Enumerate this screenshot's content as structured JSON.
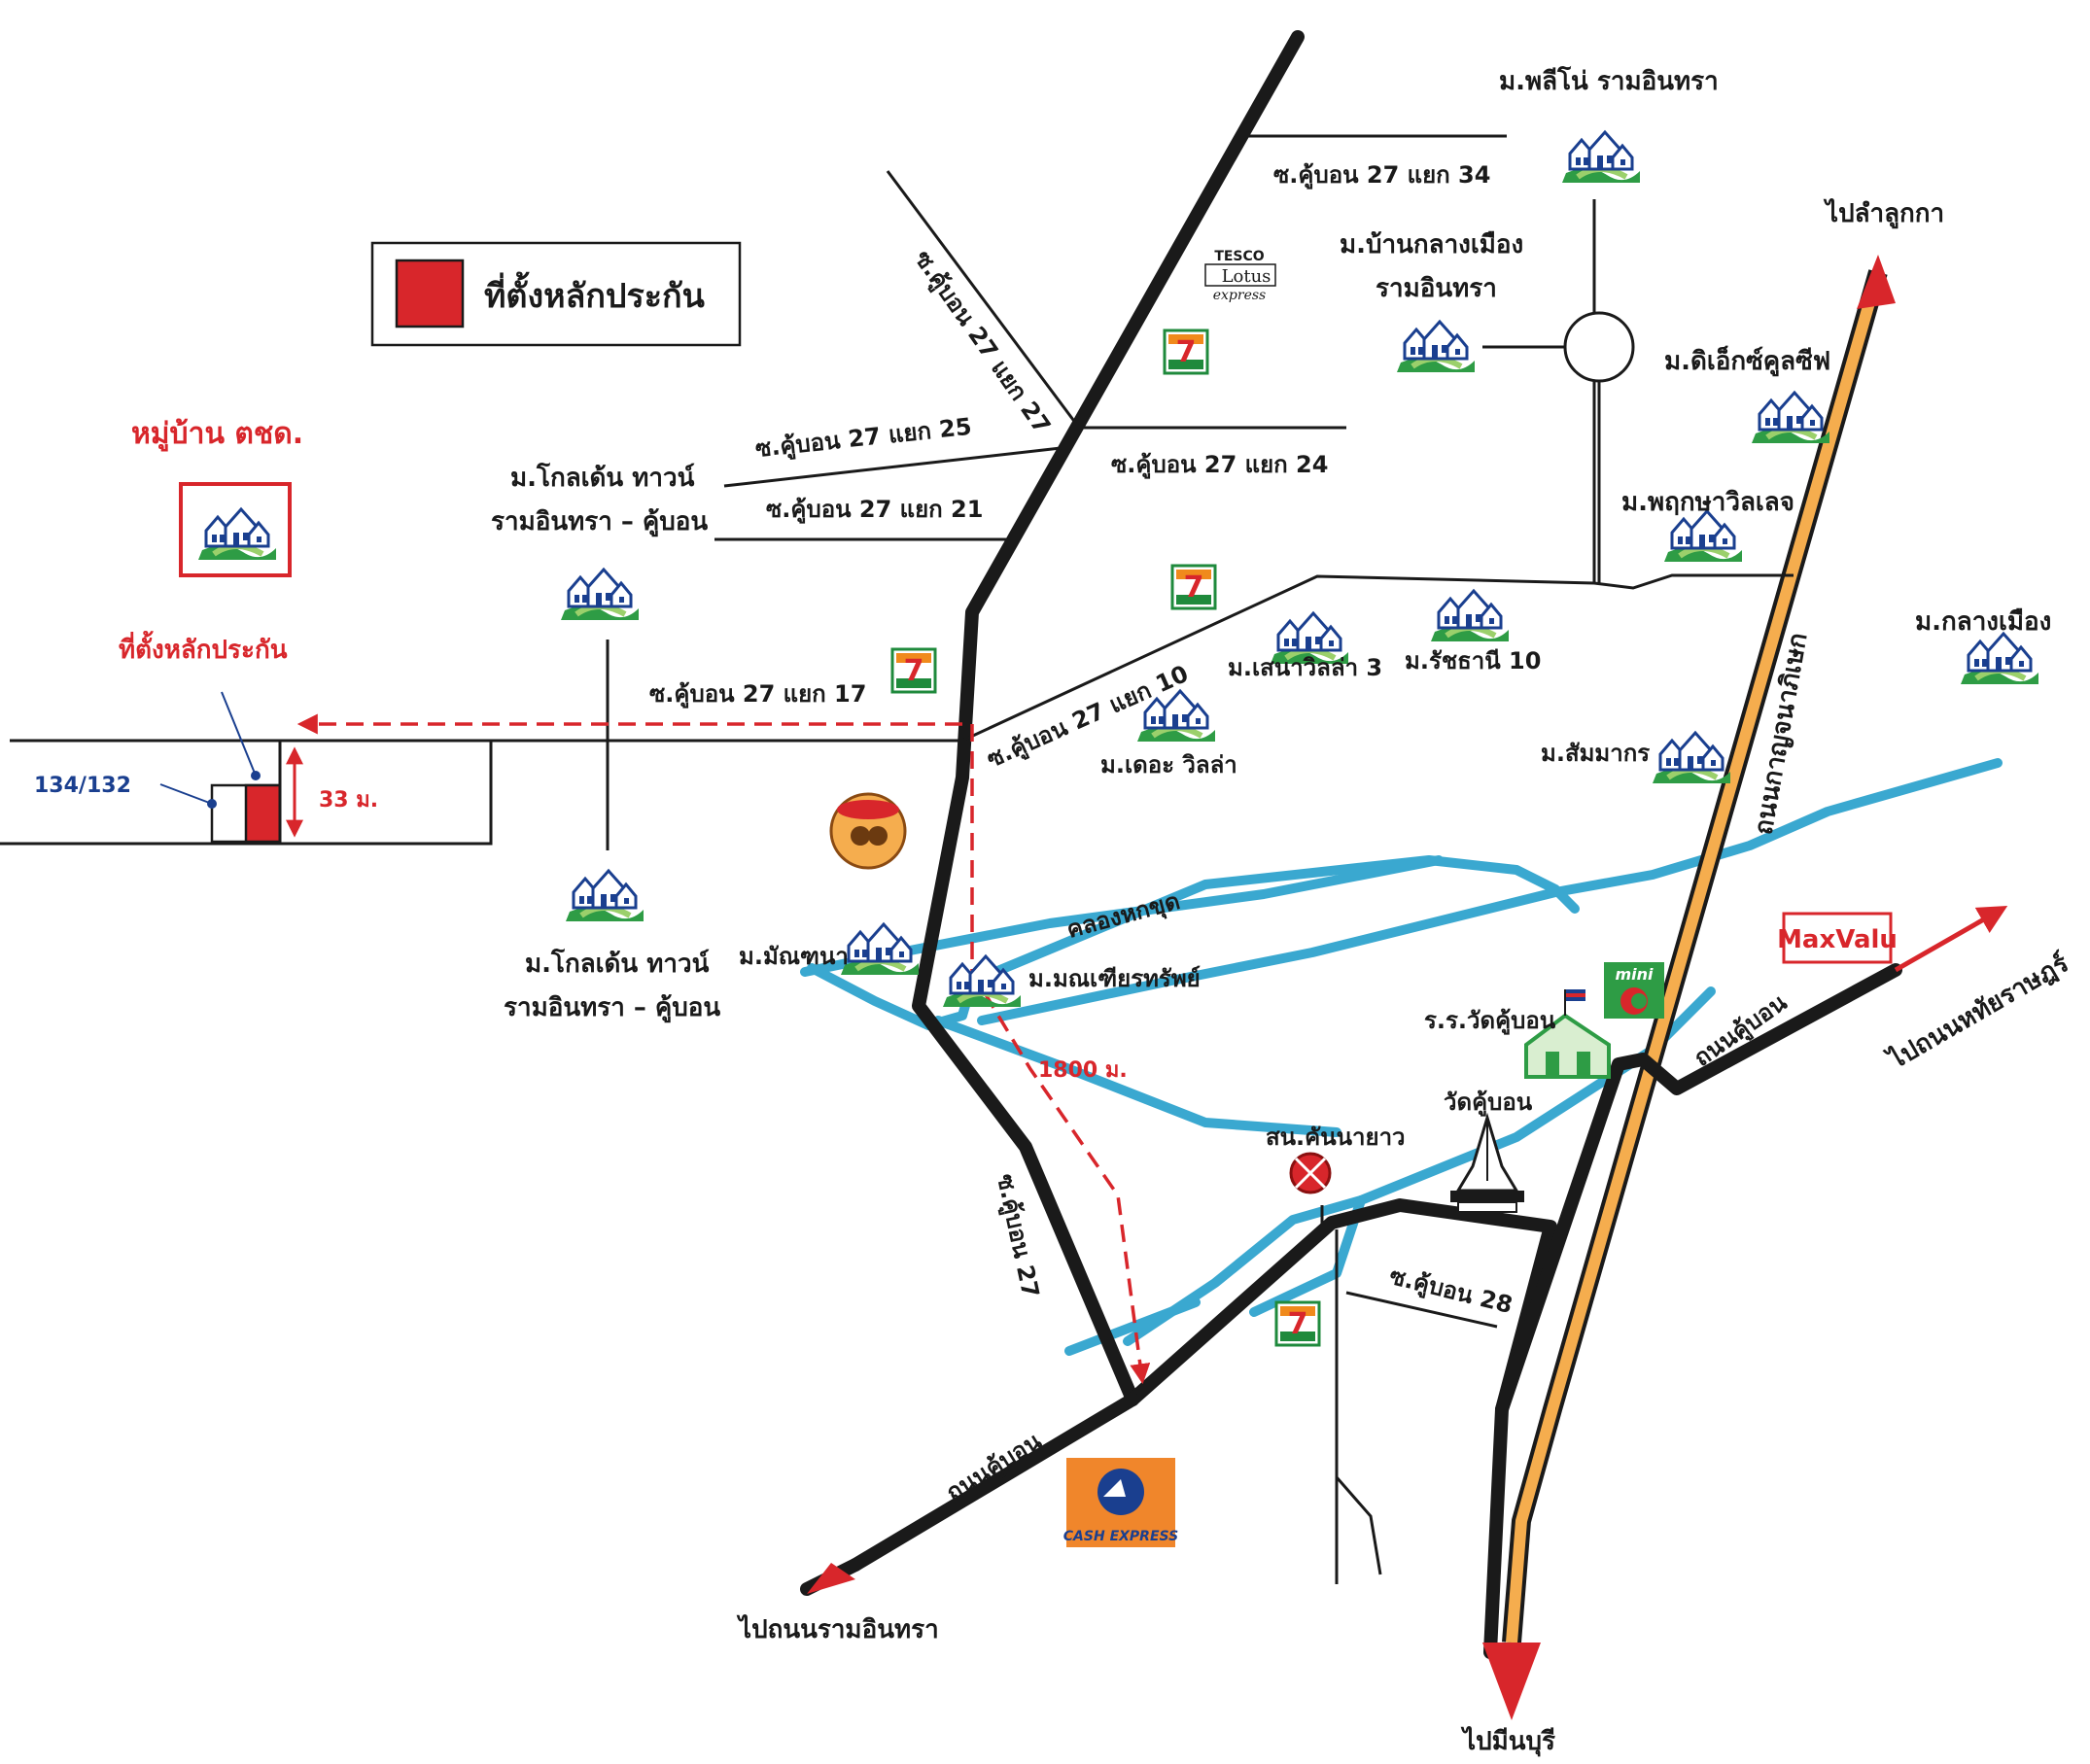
{
  "legend": {
    "label": "ที่ตั้งหลักประกัน"
  },
  "brand": {
    "village_title": "หมู่บ้าน ตชด.",
    "collateral_label": "ที่ตั้งหลักประกัน"
  },
  "plot": {
    "house_number": "134/132",
    "frontage": "33 ม."
  },
  "route": {
    "distance": "1800 ม."
  },
  "roads": {
    "soi27_34": "ซ.คู้บอน 27 แยก 34",
    "soi27_27": "ซ.คู้บอน 27 แยก 27",
    "soi27_25": "ซ.คู้บอน 27 แยก 25",
    "soi27_24": "ซ.คู้บอน 27 แยก 24",
    "soi27_21": "ซ.คู้บอน 27 แยก 21",
    "soi27_17": "ซ.คู้บอน 27 แยก 17",
    "soi27_10": "ซ.คู้บอน 27 แยก 10",
    "soi27": "ซ.คู้บอน 27",
    "soi28": "ซ.คู้บอน 28",
    "kanchana": "ถนนกาญจนาภิเษก",
    "khubon_east": "ถนนคู้บอน",
    "khubon_sw": "ถนนคู้บอน"
  },
  "canal": {
    "name": "คลองหกขุด"
  },
  "directions": {
    "lam_luk_ka": "ไปลำลูกกา",
    "ram_inthra": "ไปถนนรามอินทรา",
    "min_buri": "ไปมีนบุรี",
    "hathairat": "ไปถนนหทัยราษฎร์"
  },
  "villages": {
    "pleno": "ม.พลีโน่ รามอินทรา",
    "ban_klang_1": "ม.บ้านกลางเมือง",
    "ban_klang_2": "รามอินทรา",
    "dx_cool": "ม.ดิเอ็กซ์คูลซีฟ",
    "pruksa": "ม.พฤกษาวิลเลจ",
    "klang_mueang": "ม.กลางเมือง",
    "golden_a1": "ม.โกลเด้น ทาวน์",
    "golden_a2": "รามอินทรา – คู้บอน",
    "golden_b1": "ม.โกลเด้น ทาวน์",
    "golden_b2": "รามอินทรา – คู้บอน",
    "sena": "ม.เสนาวิลล่า 3",
    "ratchathani": "ม.รัชธานี 10",
    "the_villa": "ม.เดอะ วิลล่า",
    "sammakorn": "ม.สัมมากร",
    "montana": "ม.มัณฑนา",
    "mon_thian": "ม.มณเฑียรทรัพย์"
  },
  "places": {
    "school": "ร.ร.วัดคู้บอน",
    "temple": "วัดคู้บอน",
    "police": "สน.คันนายาว"
  },
  "stores": {
    "tesco_1": "TESCO",
    "tesco_2": "Lotus",
    "tesco_3": "express",
    "seven": "7",
    "maxvalu": "MaxValu",
    "mini_c": "mini",
    "cash_express": "CASH EXPRESS"
  },
  "colors": {
    "road": "#1a1a1a",
    "canal": "#3aa8d0",
    "highway": "#f5ad4e",
    "accent_red": "#d8262b",
    "village_green": "#2e9c45",
    "village_blue": "#3a5da8",
    "seven_green": "#1f8a3c",
    "seven_orange": "#f08a1c",
    "cash_orange": "#f0862b"
  }
}
